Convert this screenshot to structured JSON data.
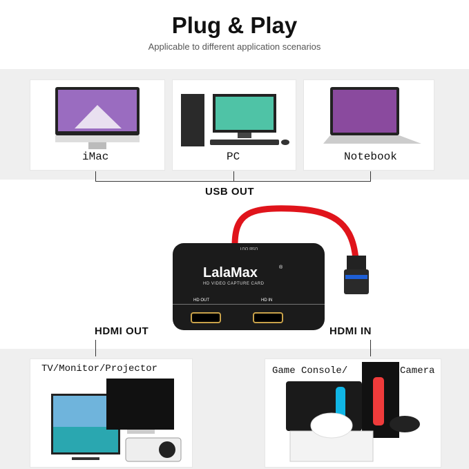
{
  "header": {
    "title": "Plug & Play",
    "subtitle": "Applicable to different application scenarios"
  },
  "top_devices": [
    {
      "label": "iMac"
    },
    {
      "label": "PC"
    },
    {
      "label": "Notebook"
    }
  ],
  "usb_label": "USB OUT",
  "device": {
    "brand": "LalaMax",
    "registered": "®",
    "subtitle": "HD VIDEO CAPTURE CARD",
    "port_usb": "USB OUT",
    "port_out": "HD OUT",
    "port_in": "HD IN"
  },
  "hdmi_out_label": "HDMI OUT",
  "hdmi_in_label": "HDMI IN",
  "bottom_devices": [
    {
      "label": "TV/Monitor/Projector"
    },
    {
      "label": "Game Console/",
      "label2": "Camera"
    }
  ],
  "colors": {
    "cable": "#e0141b",
    "device": "#1b1b1b",
    "usb_blue": "#1e5fd6",
    "background": "#efefef"
  }
}
